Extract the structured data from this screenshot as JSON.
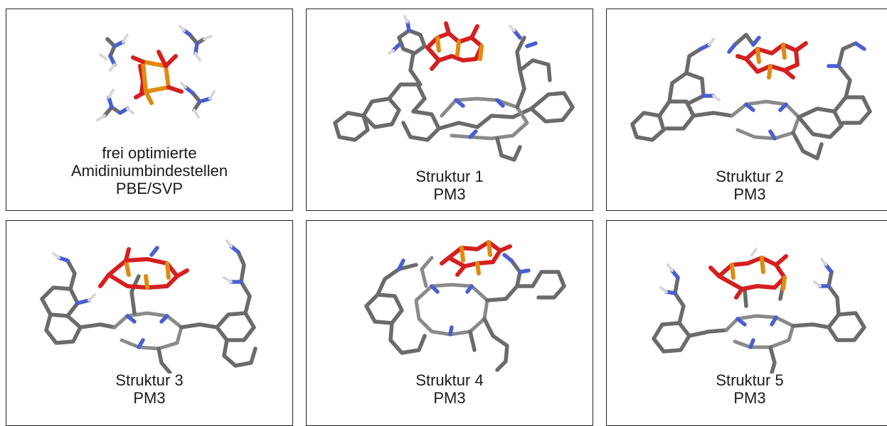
{
  "panels": [
    {
      "lines": [
        "frei optimierte",
        "Amidiniumbindestellen",
        "PBE/SVP"
      ]
    },
    {
      "lines": [
        "Struktur 1",
        "PM3"
      ]
    },
    {
      "lines": [
        "Struktur 2",
        "PM3"
      ]
    },
    {
      "lines": [
        "Struktur 3",
        "PM3"
      ]
    },
    {
      "lines": [
        "Struktur 4",
        "PM3"
      ]
    },
    {
      "lines": [
        "Struktur 5",
        "PM3"
      ]
    }
  ],
  "colors": {
    "carbon": "#6b6b6b",
    "nitrogen": "#4a5fd0",
    "hydrogen": "#d8d8d8",
    "oxygen": "#d42020",
    "phosphorus": "#e08a10",
    "frame": "#222222"
  }
}
